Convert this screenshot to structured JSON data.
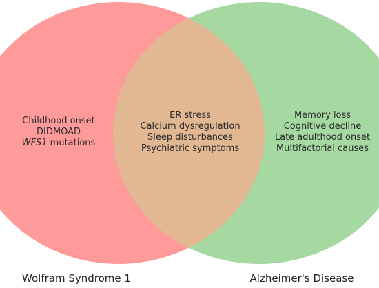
{
  "colors": {
    "left_set": "#ff9a9a",
    "right_set": "#a6d8a1",
    "overlap": "#e2b893",
    "text": "#2b2b2b"
  },
  "sets": {
    "left": {
      "label": "Wolfram Syndrome 1",
      "items": [
        "Childhood onset",
        "DIDMOAD",
        "mutations"
      ],
      "gene_italic": "WFS1"
    },
    "right": {
      "label": "Alzheimer's Disease",
      "items": [
        "Memory loss",
        "Cognitive decline",
        "Late adulthood onset",
        "Multifactorial causes"
      ]
    },
    "overlap": {
      "items": [
        "ER stress",
        "Calcium dysregulation",
        "Sleep disturbances",
        "Psychiatric symptoms"
      ]
    }
  }
}
